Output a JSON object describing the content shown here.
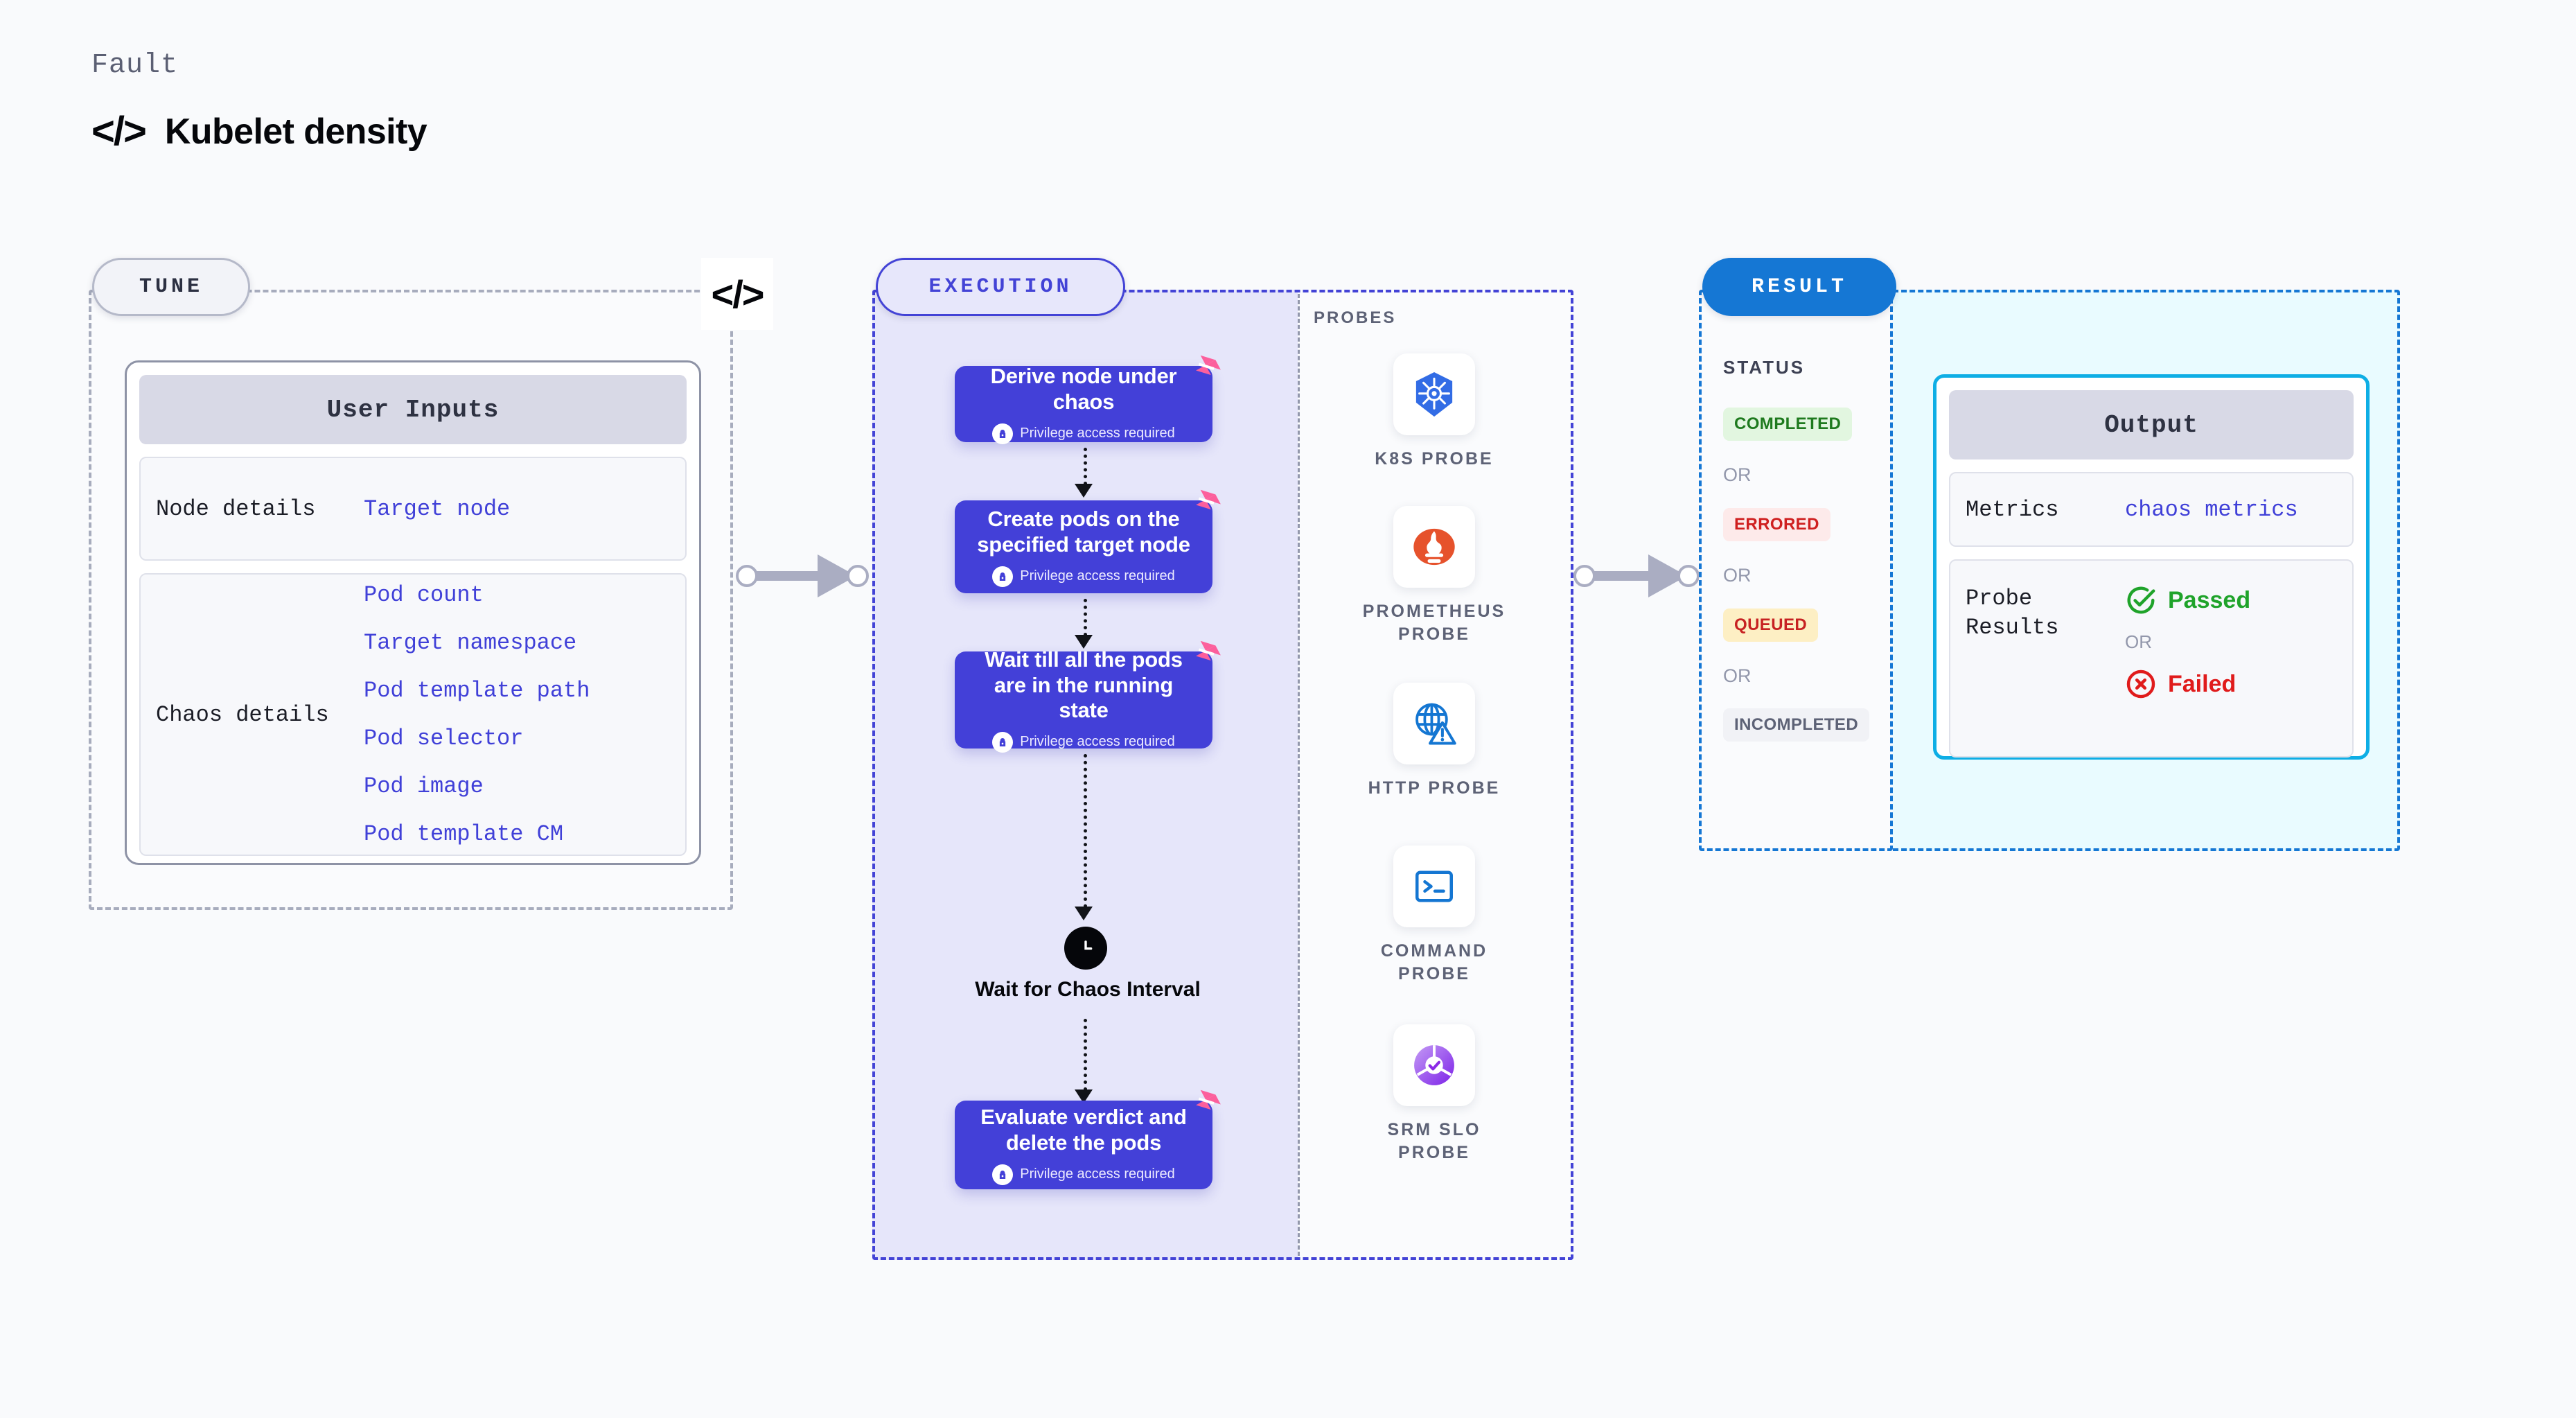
{
  "header": {
    "eyebrow": "Fault",
    "code_icon": "</>",
    "title": "Kubelet density"
  },
  "tune": {
    "pill_label": "TUNE",
    "code_badge": "</>",
    "card_title": "User Inputs",
    "rows": [
      {
        "label": "Node details",
        "values": [
          "Target node"
        ]
      },
      {
        "label": "Chaos details",
        "values": [
          "Pod count",
          "Target namespace",
          "Pod template path",
          "Pod selector",
          "Pod image",
          "Pod template CM"
        ]
      }
    ]
  },
  "execution": {
    "pill_label": "EXECUTION",
    "privilege_note": "Privilege access required",
    "steps": [
      {
        "title": "Derive node under chaos",
        "privileged": true
      },
      {
        "title": "Create pods on the specified target node",
        "privileged": true
      },
      {
        "title": "Wait till all the pods are in the running state",
        "privileged": true
      },
      {
        "title": "Evaluate verdict and delete the pods",
        "privileged": true
      }
    ],
    "wait_node": {
      "label": "Wait for Chaos Interval",
      "icon": "clock-icon"
    }
  },
  "probes": {
    "title": "PROBES",
    "items": [
      {
        "name": "K8S PROBE",
        "icon": "kubernetes-icon"
      },
      {
        "name": "PROMETHEUS\nPROBE",
        "icon": "prometheus-icon"
      },
      {
        "name": "HTTP PROBE",
        "icon": "globe-warning-icon"
      },
      {
        "name": "COMMAND\nPROBE",
        "icon": "terminal-icon"
      },
      {
        "name": "SRM SLO\nPROBE",
        "icon": "slo-donut-icon"
      }
    ]
  },
  "result": {
    "pill_label": "RESULT",
    "status_title": "STATUS",
    "or_label": "OR",
    "statuses": [
      {
        "label": "COMPLETED",
        "bg": "#e2f6e0",
        "fg": "#1e7a1e"
      },
      {
        "label": "ERRORED",
        "bg": "#fdeaea",
        "fg": "#cf2020"
      },
      {
        "label": "QUEUED",
        "bg": "#fdefc4",
        "fg": "#c72222"
      },
      {
        "label": "INCOMPLETED",
        "bg": "#f1f2f6",
        "fg": "#5d6276"
      }
    ],
    "output": {
      "card_title": "Output",
      "metrics_label": "Metrics",
      "metrics_value": "chaos metrics",
      "probe_results_label": "Probe Results",
      "passed_label": "Passed",
      "failed_label": "Failed",
      "or_label": "OR"
    }
  },
  "colors": {
    "page_bg": "#f9fafc",
    "tune_dash": "#a7acbd",
    "exec_dash": "#4343d6",
    "exec_fill": "#e6e6fa",
    "result_dash": "#1577d4",
    "result_fill": "#e9fbff",
    "step_blue": "#4340d8",
    "chaos_pink": "#fc5f9c",
    "output_border": "#0eaee5",
    "mono_blue": "#4040d8",
    "pass_green": "#1fa32a",
    "fail_red": "#e01b1b",
    "connector_grey": "#aaadc2"
  }
}
